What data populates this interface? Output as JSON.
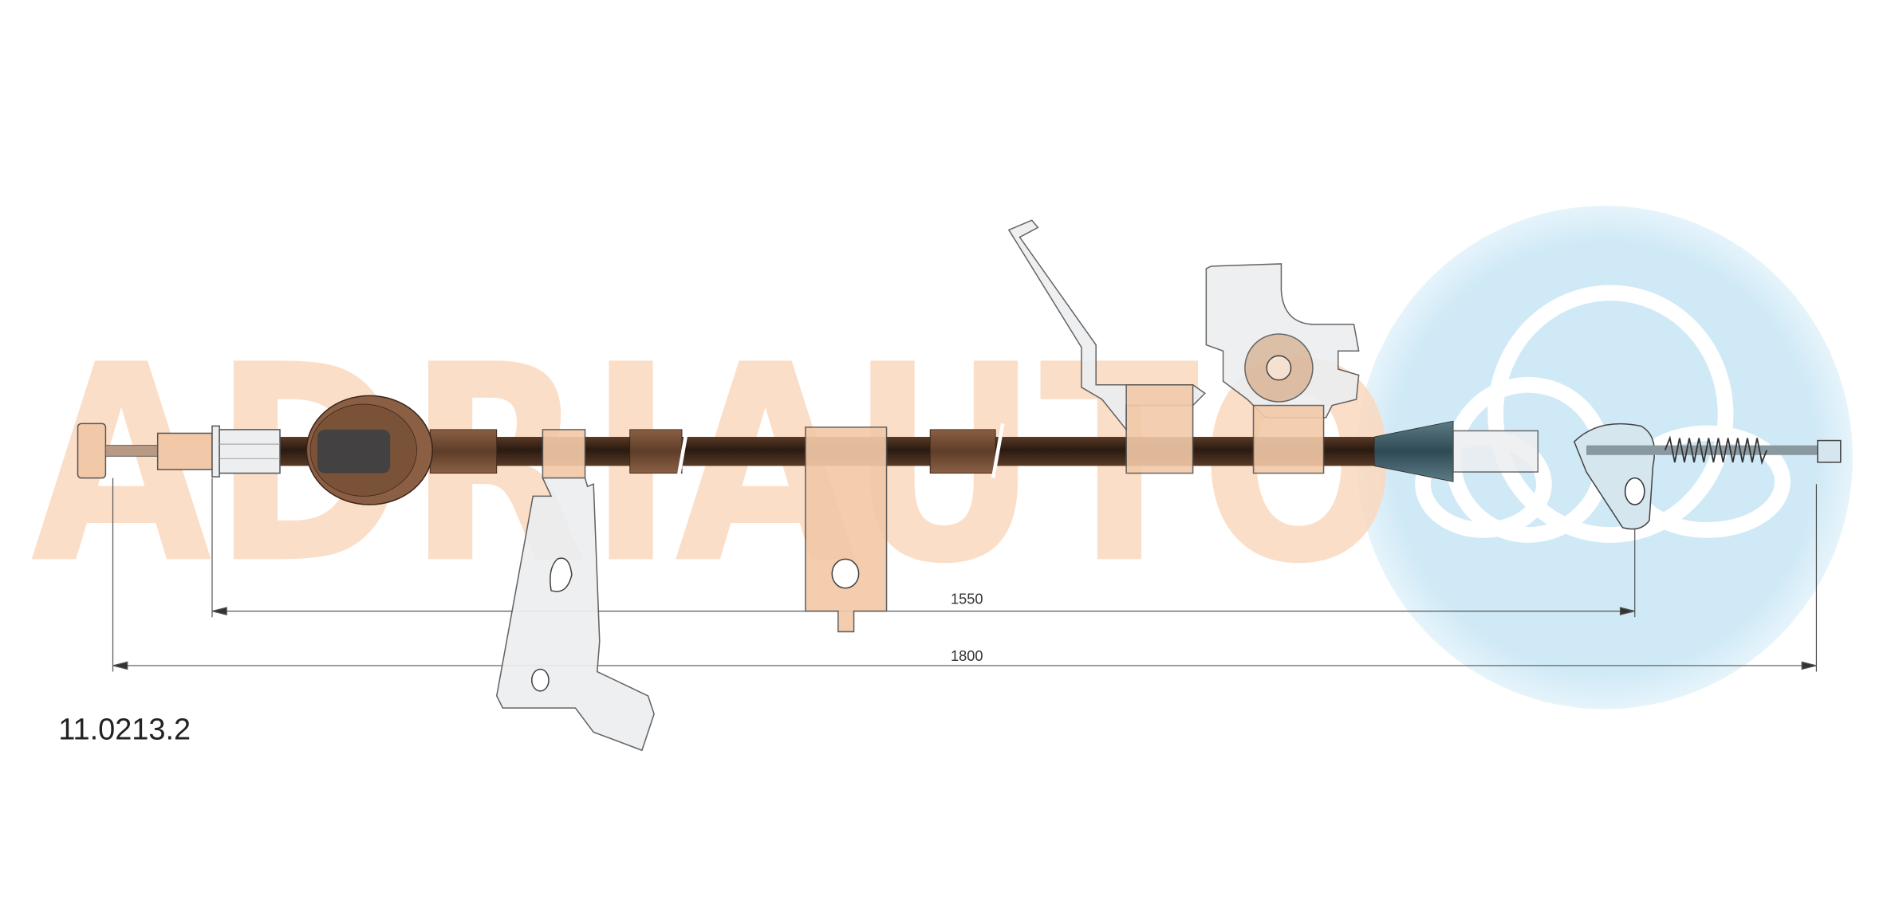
{
  "part_number": "11.0213.2",
  "dimensions": [
    {
      "label": "1550",
      "value_mm": 1550
    },
    {
      "label": "1800",
      "value_mm": 1800
    }
  ],
  "watermark": {
    "text": "ADRIAUTO",
    "colors": {
      "letters": "#fbd9bf",
      "logo_disc": "#cfe9f6"
    }
  },
  "colors": {
    "cable": "#4a2e1e",
    "sleeve": "#7a5238",
    "end_cone": "#3f5c66",
    "bracket": "#eceef0"
  }
}
